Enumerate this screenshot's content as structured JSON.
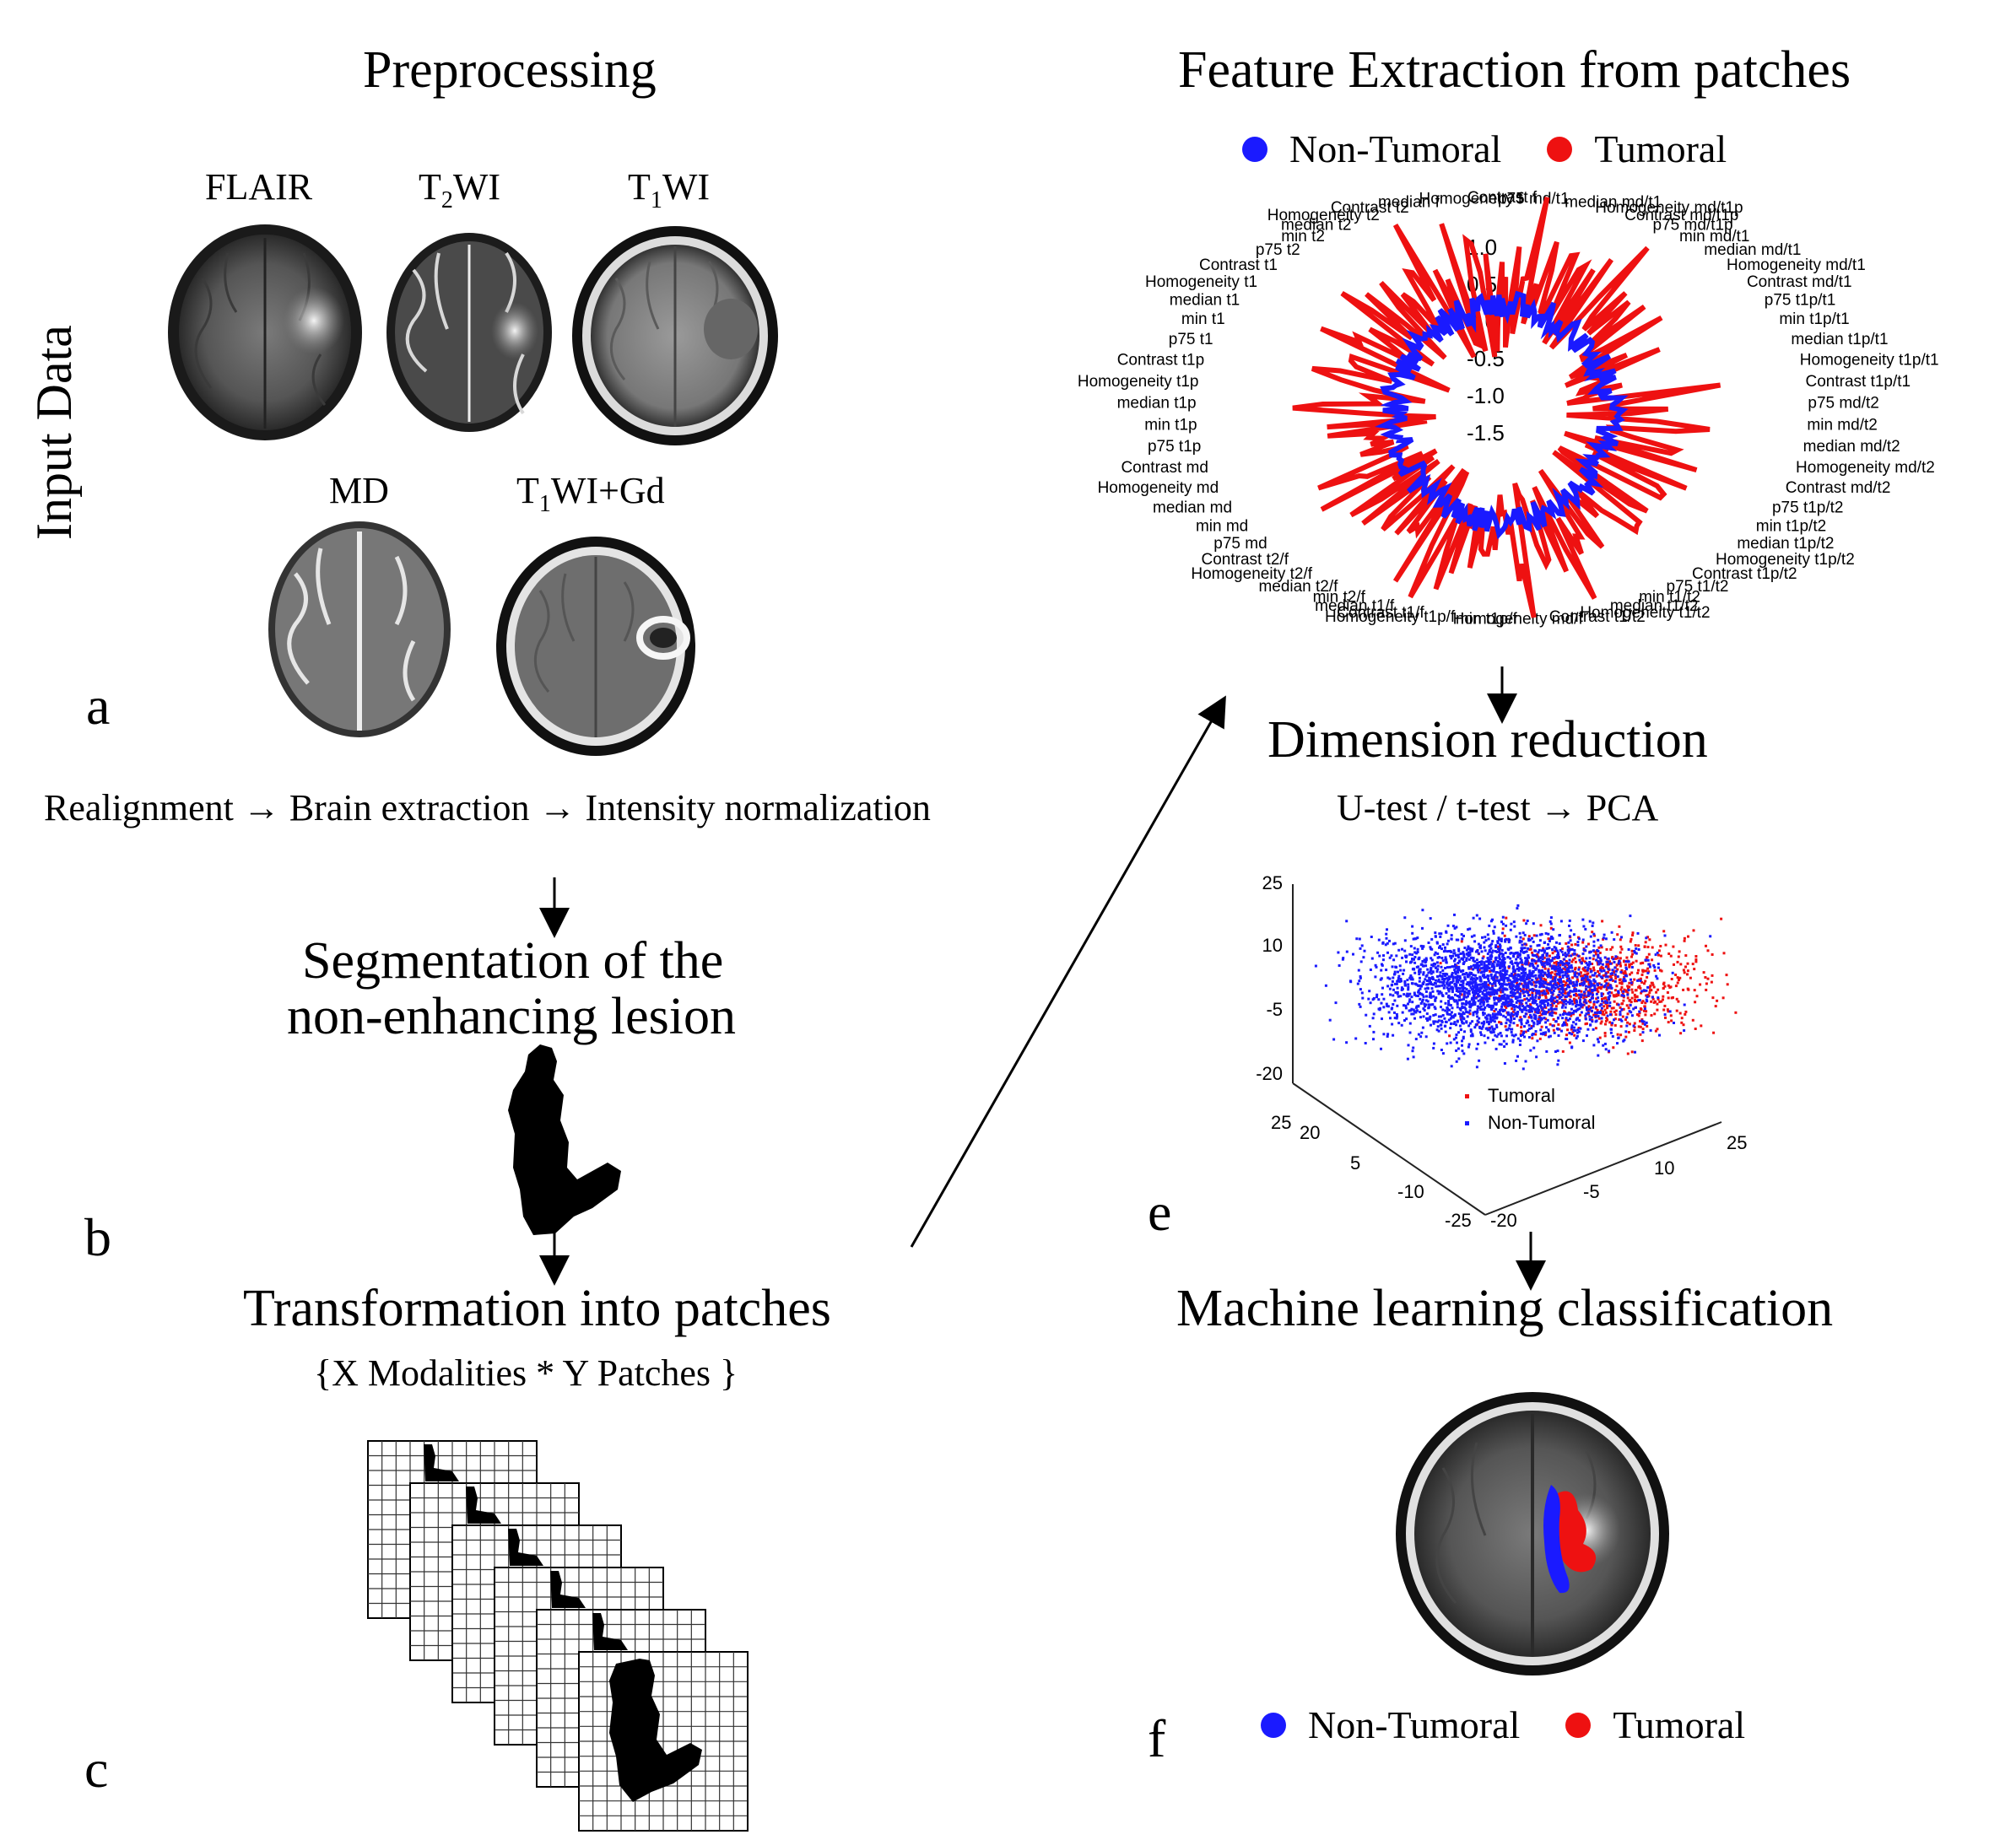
{
  "panel_a": {
    "title": "Preprocessing",
    "side_label": "Input Data",
    "letter": "a",
    "modalities": [
      {
        "base": "FLAIR",
        "sub": "",
        "rest": ""
      },
      {
        "base": "T",
        "sub": "2",
        "rest": "WI"
      },
      {
        "base": "T",
        "sub": "1",
        "rest": "WI"
      },
      {
        "base": "MD",
        "sub": "",
        "rest": ""
      },
      {
        "base": "T",
        "sub": "1",
        "rest": "WI+Gd"
      }
    ],
    "pipeline": "Realignment → Brain extraction → Intensity normalization"
  },
  "panel_b": {
    "title_line1": "Segmentation of the",
    "title_line2": "non-enhancing lesion",
    "letter": "b"
  },
  "panel_c": {
    "title": "Transformation into patches",
    "subtitle": "{X Modalities *  Y Patches }",
    "letter": "c"
  },
  "panel_d": {
    "title": "Feature Extraction from patches",
    "legend": [
      {
        "label": "Non-Tumoral",
        "color": "#1a1aff"
      },
      {
        "label": "Tumoral",
        "color": "#ee1111"
      }
    ],
    "radial_ticks": [
      "1.0",
      "0.5",
      "0.0",
      "-0.5",
      "-1.0",
      "-1.5"
    ],
    "feature_labels": [
      "Contrast f",
      "p75 md/t1",
      "median md/t1",
      "Homogeneity md/t1p",
      "Contrast md/t1p",
      "p75 md/t1p",
      "min md/t1",
      "median md/t1",
      "Homogeneity md/t1",
      "Contrast md/t1",
      "p75 t1p/t1",
      "min t1p/t1",
      "median t1p/t1",
      "Homogeneity t1p/t1",
      "Contrast t1p/t1",
      "p75 md/t2",
      "min md/t2",
      "median md/t2",
      "Homogeneity md/t2",
      "Contrast md/t2",
      "p75 t1p/t2",
      "min t1p/t2",
      "median t1p/t2",
      "Homogeneity t1p/t2",
      "Contrast t1p/t2",
      "p75 t1/t2",
      "min t1/t2",
      "median t1/t2",
      "Homogeneity t1/t2",
      "Contrast t1/t2",
      "Homogeneity md/f",
      "min t1p/f",
      "Homogeneity t1p/f",
      "Contrast t1/f",
      "median t1/f",
      "min t2/f",
      "median t2/f",
      "Homogeneity t2/f",
      "Contrast t2/f",
      "p75 md",
      "min md",
      "median md",
      "Homogeneity md",
      "Contrast md",
      "p75 t1p",
      "min t1p",
      "median t1p",
      "Homogeneity t1p",
      "Contrast t1p",
      "p75 t1",
      "min t1",
      "median t1",
      "Homogeneity t1",
      "Contrast t1",
      "p75 t2",
      "min t2",
      "median t2",
      "Homogeneity t2",
      "Contrast t2",
      "median f",
      "Homogeneity f"
    ]
  },
  "panel_e": {
    "title": "Dimension reduction",
    "subtitle": "U-test / t-test → PCA",
    "letter": "e",
    "legend": [
      {
        "label": "Tumoral",
        "color": "#ee1111"
      },
      {
        "label": "Non-Tumoral",
        "color": "#1a1aff"
      }
    ],
    "z_ticks": [
      "25",
      "10",
      "-5",
      "-20"
    ],
    "x_ticks": [
      "25",
      "20",
      "5",
      "-10",
      "-25"
    ],
    "y_ticks": [
      "-20",
      "-5",
      "10",
      "25"
    ]
  },
  "panel_f": {
    "title": "Machine learning classification",
    "letter": "f",
    "legend": [
      {
        "label": "Non-Tumoral",
        "color": "#1a1aff"
      },
      {
        "label": "Tumoral",
        "color": "#ee1111"
      }
    ]
  },
  "colors": {
    "non_tumoral": "#1a1aff",
    "tumoral": "#ee1111"
  }
}
